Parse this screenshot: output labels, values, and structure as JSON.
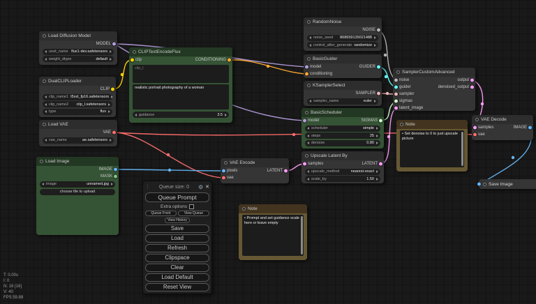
{
  "icons": {
    "gear": "⚙",
    "close": "✕",
    "drag_handle": "⋮"
  },
  "colors": {
    "MODEL": "#B39DDB",
    "CLIP": "#FFD500",
    "VAE": "#FF6E6E",
    "CONDITIONING": "#FFA931",
    "LATENT": "#FF9CF9",
    "IMAGE": "#64B5F6",
    "MASK": "#81C784",
    "NOISE": "#B8B8B8",
    "GUIDER": "#66FFFF",
    "SAMPLER": "#ECB4B4",
    "SIGMAS": "#CDFFCD"
  },
  "nodes": {
    "load_diffusion_model": {
      "title": "Load Diffusion Model",
      "outputs": [
        "MODEL"
      ],
      "widgets": [
        {
          "label": "unet_name",
          "value": "flux1-dev.safetensors"
        },
        {
          "label": "weight_dtype",
          "value": "default"
        }
      ]
    },
    "dual_clip_loader": {
      "title": "DualCLIPLoader",
      "outputs": [
        "CLIP"
      ],
      "widgets": [
        {
          "label": "clip_name1",
          "value": "t5xxl_fp16.safetensors"
        },
        {
          "label": "clip_name2",
          "value": "clip_l.safetensors"
        },
        {
          "label": "type",
          "value": "flux"
        }
      ]
    },
    "load_vae": {
      "title": "Load VAE",
      "outputs": [
        "VAE"
      ],
      "widgets": [
        {
          "label": "vae_name",
          "value": "ae.safetensors"
        }
      ]
    },
    "load_image": {
      "title": "Load Image",
      "outputs": [
        "IMAGE",
        "MASK"
      ],
      "widgets": [
        {
          "label": "image",
          "value": "unnamed.jpg"
        }
      ],
      "upload_button": "choose file to upload"
    },
    "clip_text_encode_flux": {
      "title": "CLIPTextEncodeFlux",
      "inputs": [
        "clip"
      ],
      "outputs": [
        "CONDITIONING"
      ],
      "textareas": [
        {
          "placeholder": "clip_l",
          "value": ""
        },
        {
          "placeholder": "",
          "value": "realistic portrait photography of a woman"
        }
      ],
      "widgets": [
        {
          "label": "guidance",
          "value": "3.5"
        }
      ]
    },
    "random_noise": {
      "title": "RandomNoise",
      "outputs": [
        "NOISE"
      ],
      "widgets": [
        {
          "label": "noise_seed",
          "value": "868659135021488"
        },
        {
          "label": "control_after_generate",
          "value": "randomize"
        }
      ]
    },
    "basic_guider": {
      "title": "BasicGuider",
      "inputs": [
        "model",
        "conditioning"
      ],
      "outputs": [
        "GUIDER"
      ]
    },
    "ksampler_select": {
      "title": "KSamplerSelect",
      "outputs": [
        "SAMPLER"
      ],
      "widgets": [
        {
          "label": "sampler_name",
          "value": "euler"
        }
      ]
    },
    "basic_scheduler": {
      "title": "BasicScheduler",
      "inputs": [
        "model"
      ],
      "outputs": [
        "SIGMAS"
      ],
      "widgets": [
        {
          "label": "scheduler",
          "value": "simple"
        },
        {
          "label": "steps",
          "value": "25"
        },
        {
          "label": "denoise",
          "value": "0.80"
        }
      ]
    },
    "upscale_latent_by": {
      "title": "Upscale Latent By",
      "inputs": [
        "samples"
      ],
      "outputs": [
        "LATENT"
      ],
      "widgets": [
        {
          "label": "upscale_method",
          "value": "nearest-exact"
        },
        {
          "label": "scale_by",
          "value": "1.50"
        }
      ]
    },
    "sampler_custom_advanced": {
      "title": "SamplerCustomAdvanced",
      "inputs": [
        "noise",
        "guider",
        "sampler",
        "sigmas",
        "latent_image"
      ],
      "outputs": [
        "output",
        "denoised_output"
      ]
    },
    "note_right": {
      "title": "Note",
      "text": "• Set denoise to 0 to just upscale picture"
    },
    "vae_decode": {
      "title": "VAE Decode",
      "inputs": [
        "samples",
        "vae"
      ],
      "outputs": [
        "IMAGE"
      ]
    },
    "save_image": {
      "title": "Save Image"
    },
    "vae_encode": {
      "title": "VAE Encode",
      "inputs": [
        "pixels",
        "vae"
      ],
      "outputs": [
        "LATENT"
      ]
    },
    "note_bottom": {
      "title": "Note",
      "text": "• Prompt and set guidance scale here or leave empty"
    }
  },
  "menu": {
    "queue_size_label": "Queue size: 0",
    "extra_options_label": "Extra options",
    "buttons": {
      "queue_prompt": "Queue Prompt",
      "queue_front": "Queue Front",
      "view_queue": "View Queue",
      "view_history": "View History",
      "save": "Save",
      "load": "Load",
      "refresh": "Refresh",
      "clipspace": "Clipspace",
      "clear": "Clear",
      "load_default": "Load Default",
      "reset_view": "Reset View"
    }
  },
  "stats": {
    "lines": [
      "T: 0.00s",
      "I: 0",
      "N: 16 [16]",
      "V: 40",
      "FPS:59.88"
    ]
  }
}
